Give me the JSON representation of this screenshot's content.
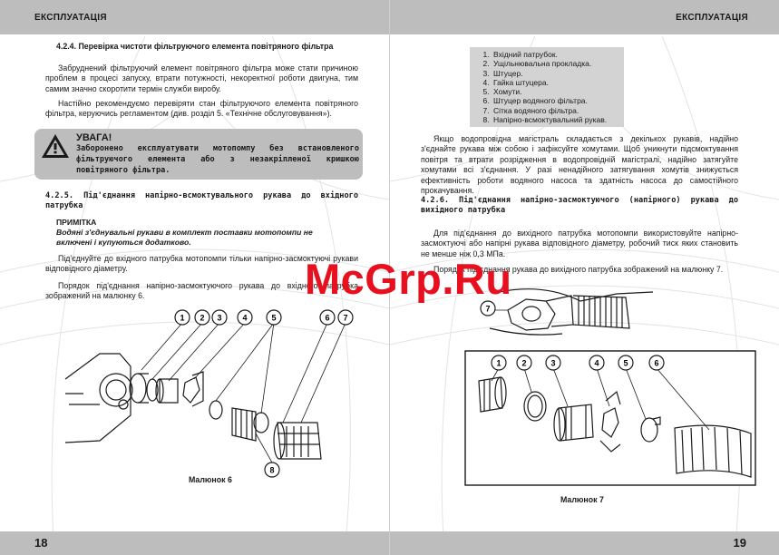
{
  "header": {
    "left_title": "ЕКСПЛУАТАЦІЯ",
    "right_title": "ЕКСПЛУАТАЦІЯ"
  },
  "footer": {
    "left_page": "18",
    "right_page": "19"
  },
  "left": {
    "s424_heading": "4.2.4. Перевірка чистоти фільтруючого елемента повітряного фільтра",
    "s424_p1": "Забруднений фільтруючий елемент повітряного фільтра може стати причиною проблем в процесі запуску, втрати потужності, некоректної роботи двигуна, тим самим значно скоротити термін служби виробу.",
    "s424_p2": "Настійно рекомендуємо перевіряти стан фільтруючого елемента повітряного фільтра, керуючись регламентом (див. розділ 5. «Технічне обслуговування»).",
    "warning_label": "УВАГА!",
    "warning_text": "Заборонено експлуатувати мотопомпу без встановленого фільтруючого елемента або з незакріпленої кришкою повітряного фільтра.",
    "s425_heading": "4.2.5. Під'єднання напірно-всмоктувального рукава до вхідного патрубка",
    "note_label": "ПРИМІТКА",
    "note_text": "Водяні з'єднувальні рукави в комплект поставки мотопомпи не включені і купуються додатково.",
    "s425_p1": "Під'єднуйте до вхідного патрубка мотопомпи тільки напірно-засмоктуючі рукави відповідного діаметру.",
    "s425_p2": "Порядок під'єднання напірно-засмоктуючого рукава до вхідного патрубка зображений на малюнку 6.",
    "figure_caption": "Малюнок 6",
    "callouts": [
      "1",
      "2",
      "3",
      "4",
      "5",
      "6",
      "7",
      "8"
    ]
  },
  "right": {
    "parts": [
      "Вхідний патрубок.",
      "Ущільнювальна прокладка.",
      "Штуцер.",
      "Гайка штуцера.",
      "Хомути.",
      "Штуцер водяного фільтра.",
      "Сітка водяного фільтра.",
      "Напірно-всмоктувальний рукав."
    ],
    "p1": "Якщо водопровідна магістраль складається з декількох рукавів, надійно з'єднайте рукава між собою і зафіксуйте хомутами. Щоб уникнути підсмоктування повітря та втрати розрідження в водопровідній магістралі, надійно затягуйте хомутами всі з'єднання. У разі ненадійного затягування хомутів знижується ефективність роботи водяного насоса та здатність насоса до самостійного прокачування.",
    "s426_heading": "4.2.6. Під'єднання напірно-засмоктуючого (напірного) рукава до вихідного патрубка",
    "p2": "Для під'єднання до вихідного патрубка мотопомпи використовуйте напірно-засмоктуючі або напірні рукава відповідного діаметру, робочий тиск яких становить не менше ніж 0,3 МПа.",
    "p3": "Порядок під'єднання рукава до вихідного патрубка зображений на малюнку 7.",
    "figure_caption": "Малюнок 7",
    "callouts": [
      "7",
      "1",
      "2",
      "3",
      "4",
      "5",
      "6"
    ]
  },
  "watermark": "McGrp.Ru"
}
